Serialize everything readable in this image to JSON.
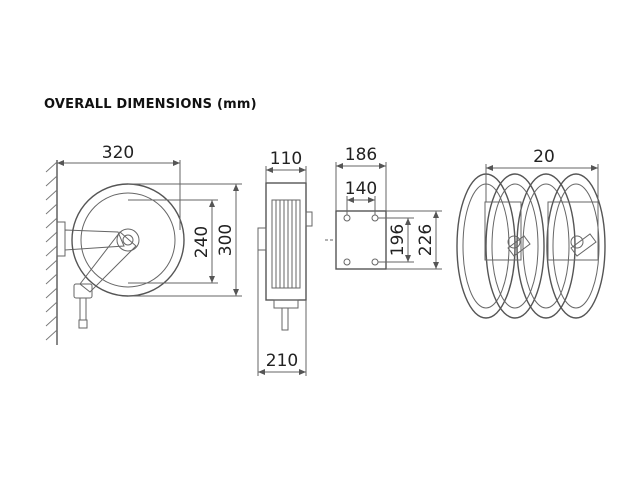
{
  "title": "OVERALL DIMENSIONS (mm)",
  "dimensions": {
    "side_width": "320",
    "side_inner_height": "240",
    "side_outer_height": "300",
    "front_top_width": "110",
    "front_bottom_width": "210",
    "plate_outer_width": "186",
    "plate_inner_width": "140",
    "plate_inner_height": "196",
    "plate_outer_height": "226",
    "multi_spacing": "20"
  },
  "colors": {
    "line": "#666666",
    "text": "#222222"
  }
}
